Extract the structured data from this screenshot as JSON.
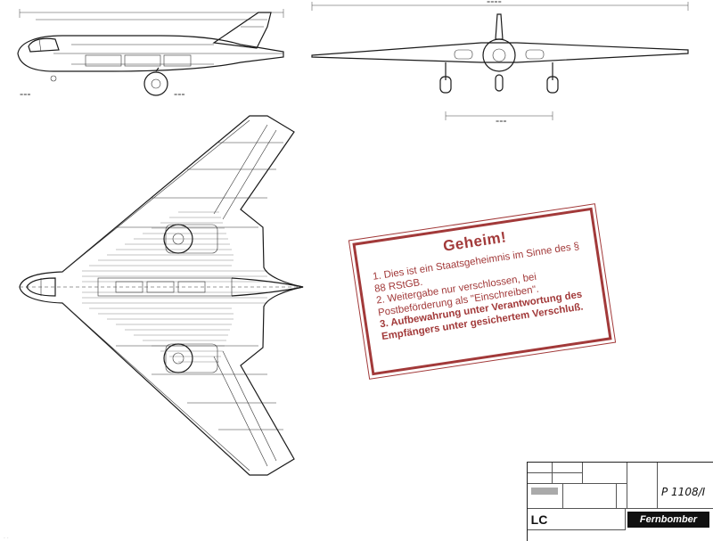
{
  "stamp": {
    "title": "Geheim!",
    "items": [
      "1. Dies ist ein Staatsgeheimnis im Sinne des § 88 RStGB.",
      "2. Weitergabe nur verschlossen, bei Postbeförderung als \"Einschreiben\".",
      "3. Aufbewahrung unter Verantwortung des Empfängers unter gesichertem Verschluß."
    ]
  },
  "title_block": {
    "sheet_code": "LC",
    "drawing_number": "P 1108/I",
    "manufacturer": "Fernbomber"
  },
  "colors": {
    "stamp": "#9b2b2b",
    "ink": "#1a1a1a"
  }
}
